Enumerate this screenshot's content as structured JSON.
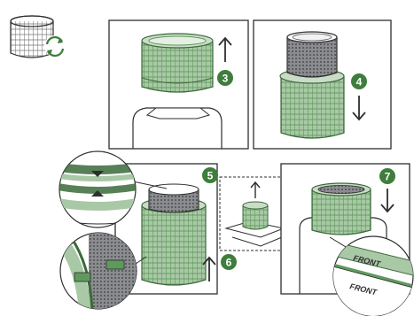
{
  "steps": [
    {
      "number": "3",
      "direction": "up"
    },
    {
      "number": "4",
      "direction": "down"
    },
    {
      "number": "5",
      "direction": "none"
    },
    {
      "number": "6",
      "direction": "up"
    },
    {
      "number": "7",
      "direction": "down"
    }
  ],
  "labels": {
    "front_top": "FRONT",
    "front_bottom": "FRONT"
  },
  "colors": {
    "green_fill": "#a9c8a6",
    "green_dark": "#5f9a5c",
    "step_badge": "#3f7d3c",
    "outline": "#2e2e2e",
    "grey_filter": "#7d7f82",
    "panel_bg": "#ffffff"
  },
  "icons": [
    "filter-cartridge-icon",
    "replace-cycle-icon",
    "arrow-up-icon",
    "arrow-down-icon",
    "box-icon"
  ]
}
